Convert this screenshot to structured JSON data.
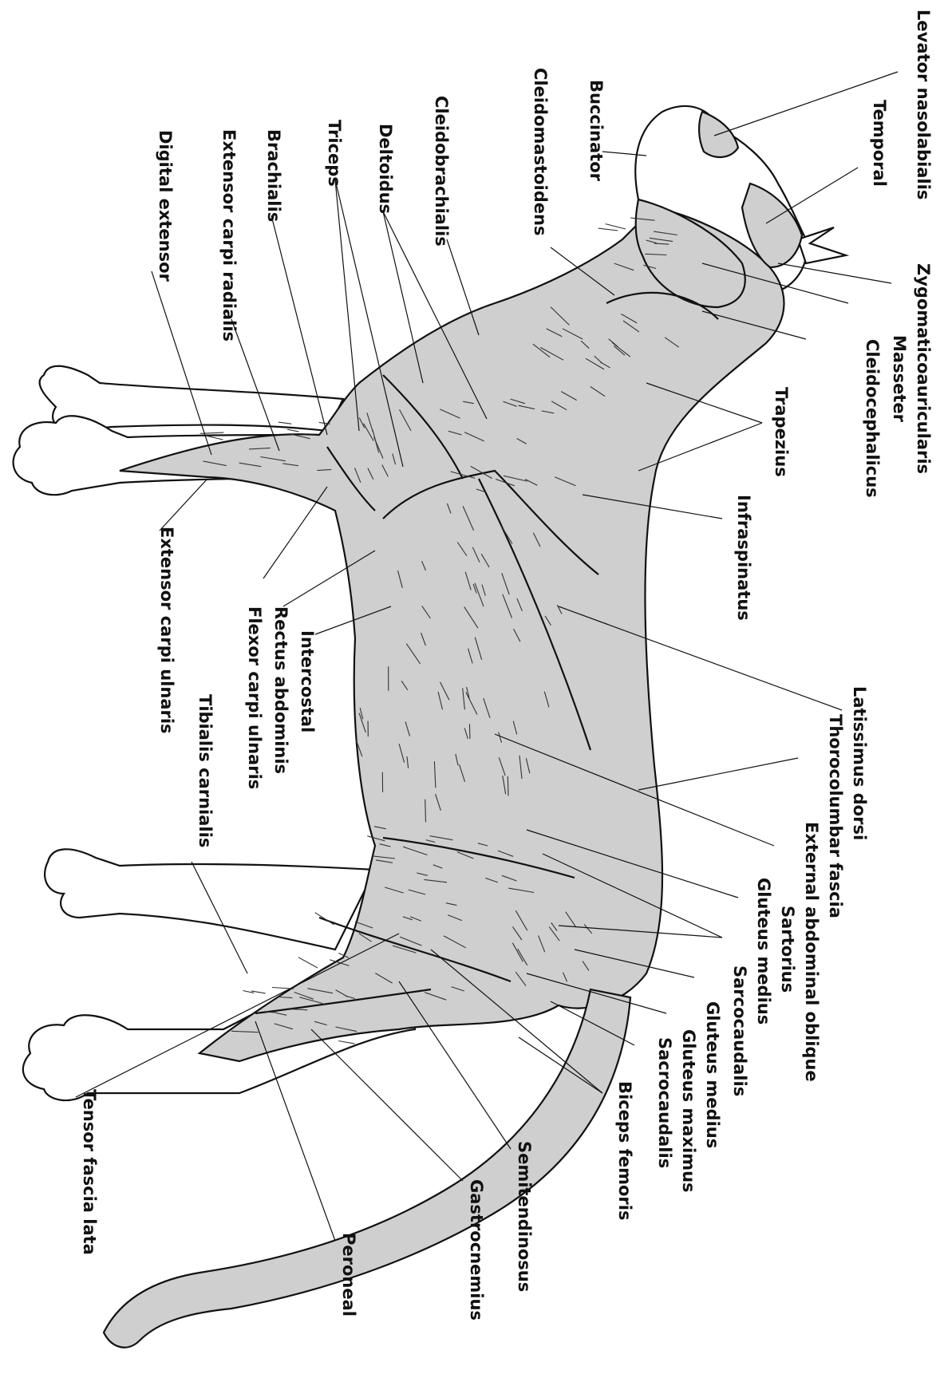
{
  "colors": {
    "muscle_fill": "#cfcfcf",
    "outline": "#111111",
    "background": "#ffffff"
  },
  "labels": {
    "levator_nasolabialis": "Levator nasolabialis",
    "temporal": "Temporal",
    "zygomaticoauricularis": "Zygomaticoauricularis",
    "masseter": "Masseter",
    "cleidocephalicus": "Cleidocephalicus",
    "trapezius": "Trapezius",
    "infraspinatus": "Infraspinatus",
    "latissimus_dorsi": "Latissimus dorsi",
    "thorocolumbar_fascia": "Thorocolumbar fascia",
    "external_abdominal_oblique": "External abdominal oblique",
    "sartorius": "Sartorius",
    "gluteus_medius_right": "Gluteus medius",
    "sarcocaudalis": "Sarcocaudalis",
    "gluteus_medius": "Gluteus medius",
    "gluteus_maximus": "Gluteus maximus",
    "sacrocaudalis": "Sacrocaudalis",
    "biceps_femoris": "Biceps femoris",
    "semitendinosus": "Semitendinosus",
    "gastrocnemius": "Gastrocnemius",
    "peroneal": "Peroneal",
    "tensor_fascia_lata": "Tensor fascia lata",
    "tibialis_carnialis": "Tibialis carnialis",
    "extensor_carpi_ulnaris": "Extensor carpi ulnaris",
    "flexor_carpi_ulnaris": "Flexor carpi ulnaris",
    "rectus_abdominis": "Rectus abdominis",
    "intercostal": "Intercostal",
    "digital_extensor": "Digital extensor",
    "extensor_carpi_radialis": "Extensor carpi radialis",
    "brachialis": "Brachialis",
    "triceps": "Triceps",
    "deltoidus": "Deltoidus",
    "cleidobrachialis": "Cleidobrachialis",
    "cleidomastoidens": "Cleidomastoidens",
    "buccinator": "Buccinator"
  }
}
